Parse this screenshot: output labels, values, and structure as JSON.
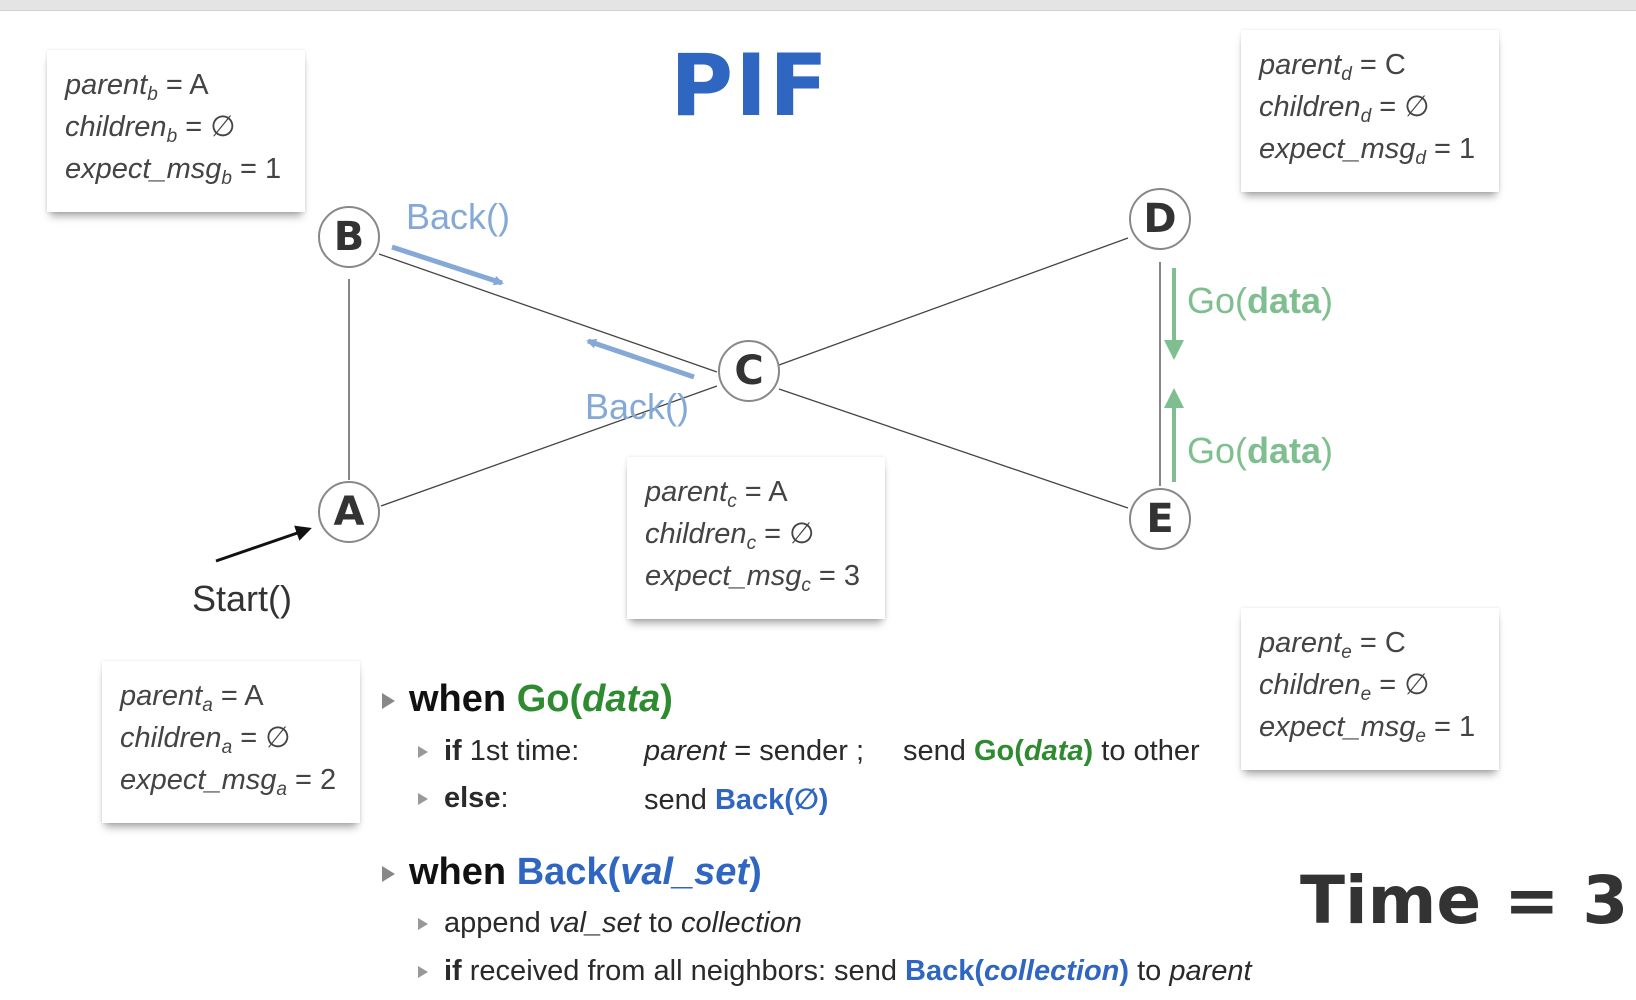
{
  "title": "PIF",
  "nodes": {
    "a": "A",
    "b": "B",
    "c": "C",
    "d": "D",
    "e": "E"
  },
  "edge_labels": {
    "back_bc": "Back()",
    "back_cb": "Back()",
    "go_de_fn": "Go(",
    "go_de_arg": "data",
    "go_de_close": ")",
    "go_ed_fn": "Go(",
    "go_ed_arg": "data",
    "go_ed_close": ")",
    "start": "Start()"
  },
  "cards": {
    "b": {
      "parent": "parent",
      "sub": "b",
      "parent_val": "= A",
      "children": "children",
      "children_val": "= ∅",
      "expect": "expect_msg",
      "expect_val": "= 1"
    },
    "d": {
      "parent": "parent",
      "sub": "d",
      "parent_val": "= C",
      "children": "children",
      "children_val": "= ∅",
      "expect": "expect_msg",
      "expect_val": "= 1"
    },
    "c": {
      "parent": "parent",
      "sub": "c",
      "parent_val": "= A",
      "children": "children",
      "children_val": "= ∅",
      "expect": "expect_msg",
      "expect_val": "= 3"
    },
    "e": {
      "parent": "parent",
      "sub": "e",
      "parent_val": "= C",
      "children": "children",
      "children_val": "= ∅",
      "expect": "expect_msg",
      "expect_val": "= 1"
    },
    "a": {
      "parent": "parent",
      "sub": "a",
      "parent_val": "= A",
      "children": "children",
      "children_val": "= ∅",
      "expect": "expect_msg",
      "expect_val": "= 2"
    }
  },
  "rules": {
    "go": {
      "when": "when ",
      "msg": "Go(",
      "arg": "data",
      "close": ")",
      "if_kw": "if",
      "if_cond": " 1st time:",
      "if_parent": "parent",
      "if_assign": " = sender ;",
      "if_send": "send ",
      "if_msg": "Go(",
      "if_arg": "data",
      "if_close": ")",
      "if_tail": " to other",
      "else_kw": "else",
      "else_colon": ":",
      "else_send": "send ",
      "else_msg": "Back(∅)"
    },
    "back": {
      "when": "when ",
      "msg": "Back(",
      "arg": "val_set",
      "close": ")",
      "append": "append ",
      "append_arg": "val_set",
      "append_to": " to ",
      "append_coll": "collection",
      "if_kw": "if",
      "if_cond": " received from all neighbors: send ",
      "if_msg": "Back(",
      "if_arg": "collection",
      "if_close": ")",
      "if_to": " to ",
      "if_parent": "parent"
    }
  },
  "time": "Time = 3",
  "colors": {
    "title": "#2f66c2",
    "back": "#84a9d6",
    "go": "#7fbf8f",
    "green_text": "#2e8b30",
    "blue_text": "#2f66c2"
  }
}
